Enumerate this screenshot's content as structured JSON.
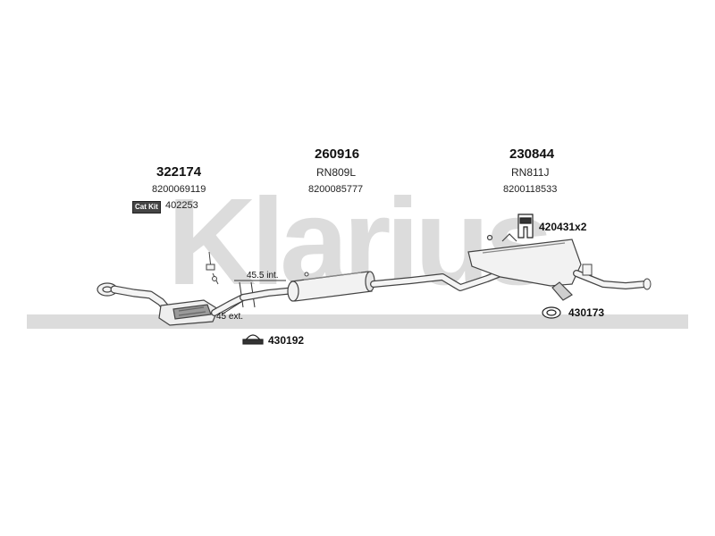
{
  "watermark": {
    "text": "Klarius",
    "color": "#d9d9d9"
  },
  "parts": {
    "front": {
      "part_number": "322174",
      "oem": "8200069119",
      "cat_kit_label": "Cat Kit",
      "cat_kit_number": "402253"
    },
    "middle": {
      "part_number": "260916",
      "code": "RN809L",
      "oem": "8200085777"
    },
    "rear": {
      "part_number": "230844",
      "code": "RN811J",
      "oem": "8200118533"
    }
  },
  "accessories": {
    "rubber_mount": "420431x2",
    "clamp_rear": "430173",
    "clamp_front": "430192"
  },
  "dimensions": {
    "internal": "45.5 int.",
    "external": "45 ext."
  },
  "colors": {
    "pipe_fill": "#f4f4f4",
    "pipe_stroke": "#444444"
  }
}
